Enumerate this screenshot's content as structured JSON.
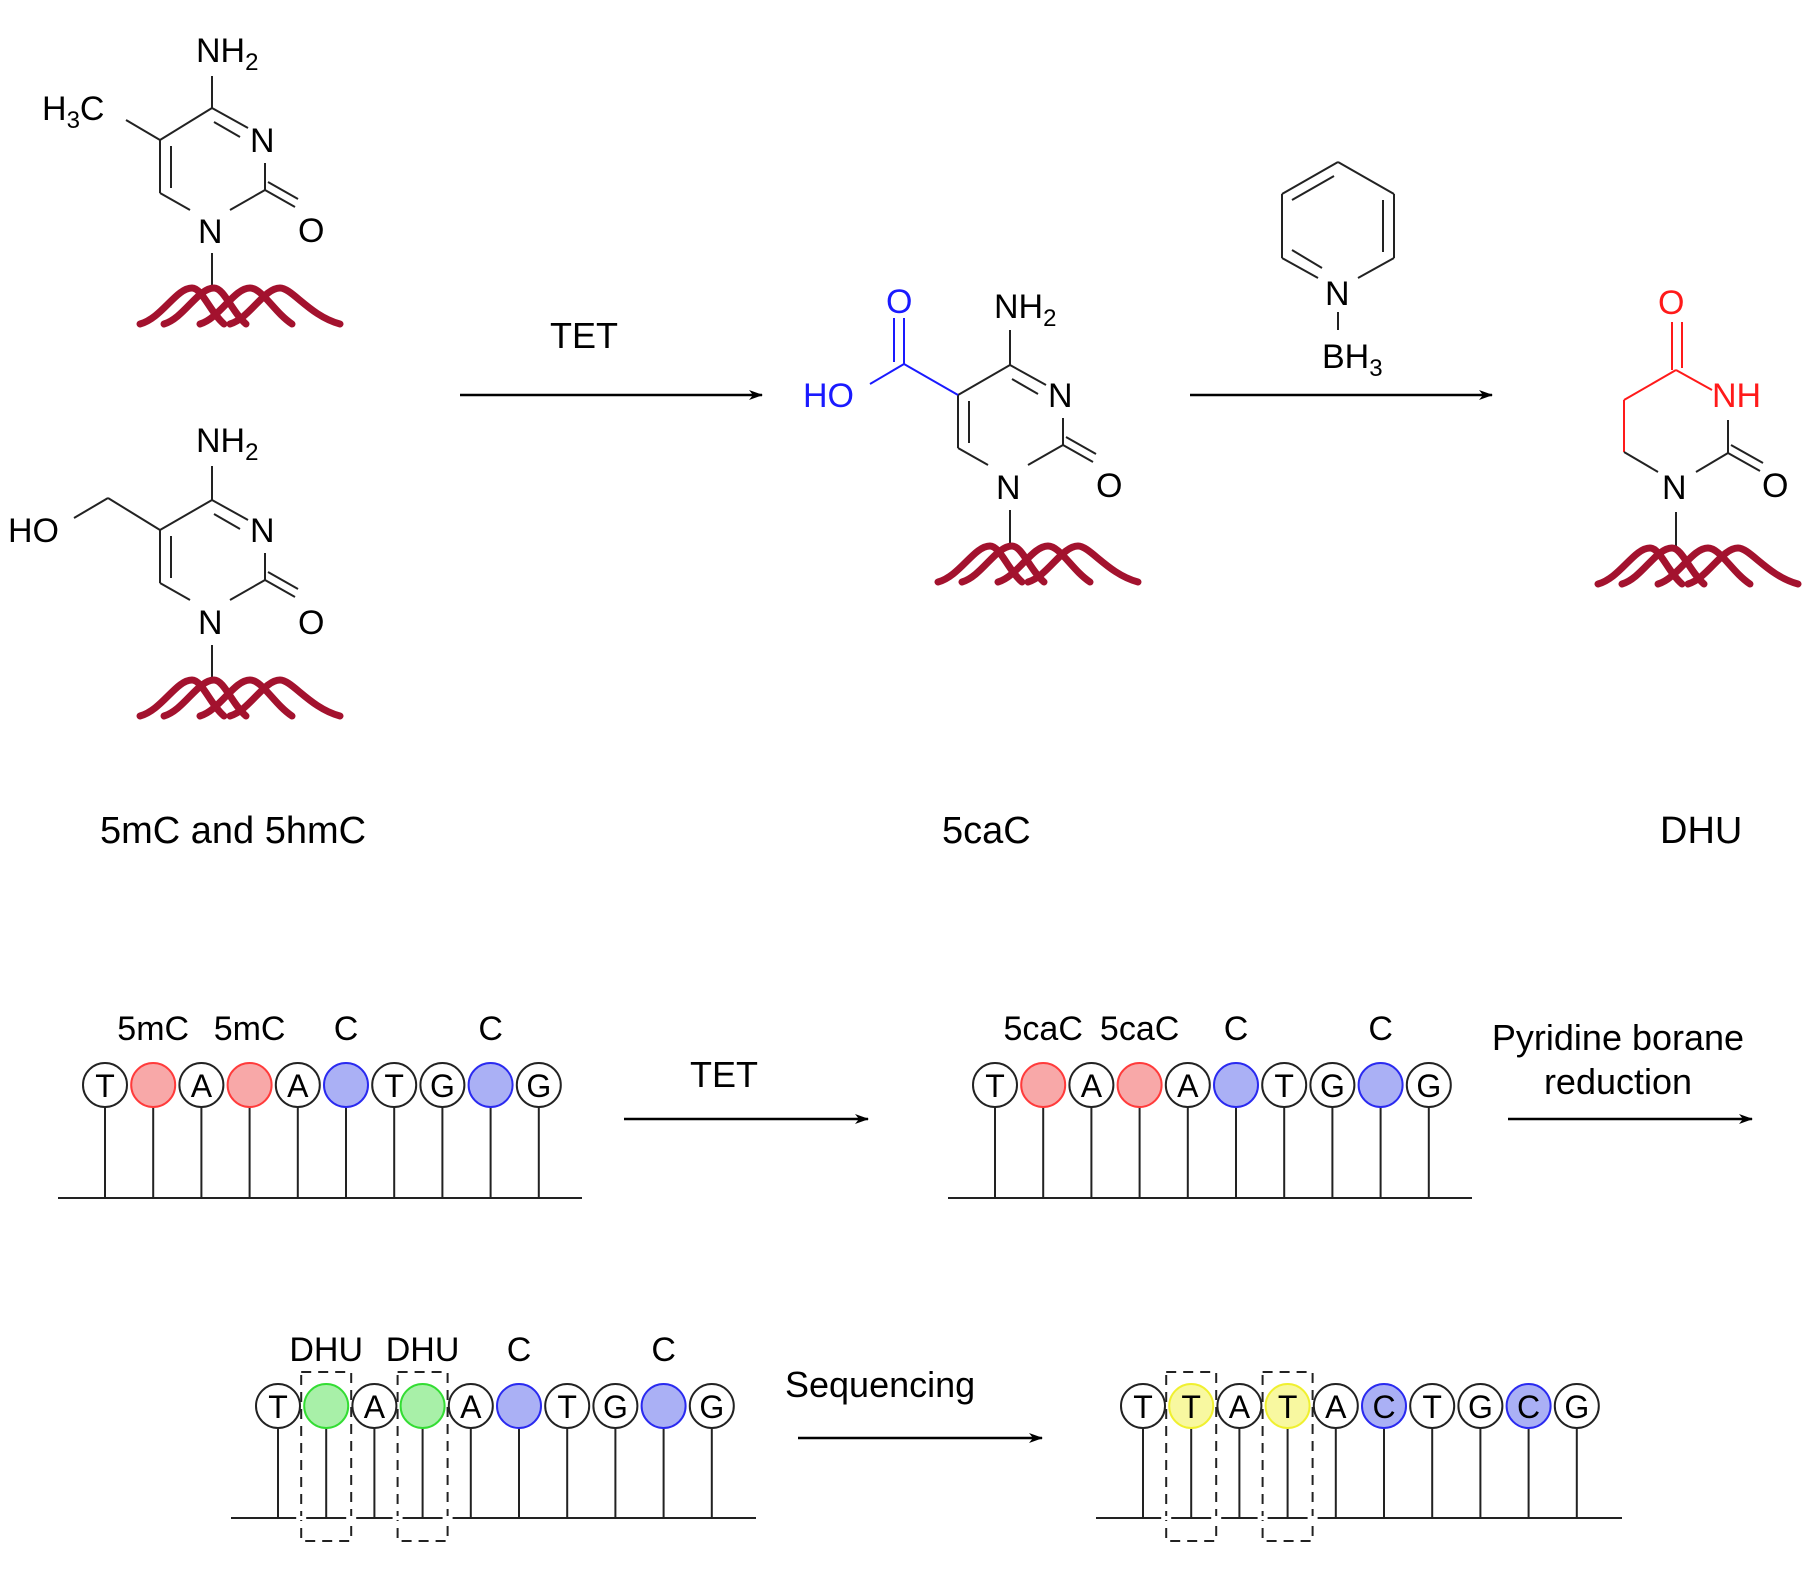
{
  "colors": {
    "ink": "#000000",
    "dna_helix": "#a3122e",
    "carboxyl_blue": "#1a1aff",
    "dhu_red": "#ff1a1a",
    "methyl_fill": "#f8a8a8",
    "methyl_stroke": "#ff3b3b",
    "c_fill": "#aab0f5",
    "c_stroke": "#2a2af0",
    "dhu_fill": "#a8f0a8",
    "dhu_stroke": "#33dd33",
    "t_fill": "#f8f8a0",
    "t_stroke": "#f0f030"
  },
  "reaction": {
    "step1_label": "TET",
    "step2_reagent": {
      "ring_atom": "N",
      "boron_group": "BH",
      "boron_sub": "3"
    },
    "molecules": {
      "mC": {
        "amine": "NH",
        "amine_sub": "2",
        "methyl": "H",
        "methyl_sub": "3",
        "methyl_tail": "C",
        "ring_n": "N",
        "ring_n1": "N",
        "carbonyl_o": "O"
      },
      "hmC": {
        "amine": "NH",
        "amine_sub": "2",
        "hydroxyl": "HO",
        "ring_n": "N",
        "ring_n1": "N",
        "carbonyl_o": "O"
      },
      "caC": {
        "amine": "NH",
        "amine_sub": "2",
        "acid_o": "O",
        "acid_oh": "HO",
        "ring_n": "N",
        "ring_n1": "N",
        "carbonyl_o": "O"
      },
      "DHU": {
        "keto_o": "O",
        "nh": "NH",
        "ring_n1": "N",
        "carbonyl_o": "O"
      }
    },
    "captions": {
      "left": "5mC and 5hmC",
      "middle": "5caC",
      "right": "DHU"
    }
  },
  "sequences": {
    "strand1": {
      "top_labels": [
        "5mC",
        "5mC",
        "C",
        "C"
      ],
      "bases": [
        {
          "letter": "T",
          "kind": "plain"
        },
        {
          "letter": "",
          "kind": "methyl"
        },
        {
          "letter": "A",
          "kind": "plain"
        },
        {
          "letter": "",
          "kind": "methyl"
        },
        {
          "letter": "A",
          "kind": "plain"
        },
        {
          "letter": "",
          "kind": "cyto"
        },
        {
          "letter": "T",
          "kind": "plain"
        },
        {
          "letter": "G",
          "kind": "plain"
        },
        {
          "letter": "",
          "kind": "cyto"
        },
        {
          "letter": "G",
          "kind": "plain"
        }
      ]
    },
    "arrow1_label": "TET",
    "strand2": {
      "top_labels": [
        "5caC",
        "5caC",
        "C",
        "C"
      ],
      "bases": [
        {
          "letter": "T",
          "kind": "plain"
        },
        {
          "letter": "",
          "kind": "methyl"
        },
        {
          "letter": "A",
          "kind": "plain"
        },
        {
          "letter": "",
          "kind": "methyl"
        },
        {
          "letter": "A",
          "kind": "plain"
        },
        {
          "letter": "",
          "kind": "cyto"
        },
        {
          "letter": "T",
          "kind": "plain"
        },
        {
          "letter": "G",
          "kind": "plain"
        },
        {
          "letter": "",
          "kind": "cyto"
        },
        {
          "letter": "G",
          "kind": "plain"
        }
      ]
    },
    "arrow2_label_line1": "Pyridine borane",
    "arrow2_label_line2": "reduction",
    "strand3": {
      "top_labels": [
        "DHU",
        "DHU",
        "C",
        "C"
      ],
      "bases": [
        {
          "letter": "T",
          "kind": "plain"
        },
        {
          "letter": "",
          "kind": "dhu"
        },
        {
          "letter": "A",
          "kind": "plain"
        },
        {
          "letter": "",
          "kind": "dhu"
        },
        {
          "letter": "A",
          "kind": "plain"
        },
        {
          "letter": "",
          "kind": "cyto"
        },
        {
          "letter": "T",
          "kind": "plain"
        },
        {
          "letter": "G",
          "kind": "plain"
        },
        {
          "letter": "",
          "kind": "cyto"
        },
        {
          "letter": "G",
          "kind": "plain"
        }
      ]
    },
    "arrow3_label": "Sequencing",
    "strand4": {
      "top_labels": [],
      "bases": [
        {
          "letter": "T",
          "kind": "plain"
        },
        {
          "letter": "T",
          "kind": "thymine"
        },
        {
          "letter": "A",
          "kind": "plain"
        },
        {
          "letter": "T",
          "kind": "thymine"
        },
        {
          "letter": "A",
          "kind": "plain"
        },
        {
          "letter": "C",
          "kind": "cyto"
        },
        {
          "letter": "T",
          "kind": "plain"
        },
        {
          "letter": "G",
          "kind": "plain"
        },
        {
          "letter": "C",
          "kind": "cyto"
        },
        {
          "letter": "G",
          "kind": "plain"
        }
      ]
    }
  }
}
